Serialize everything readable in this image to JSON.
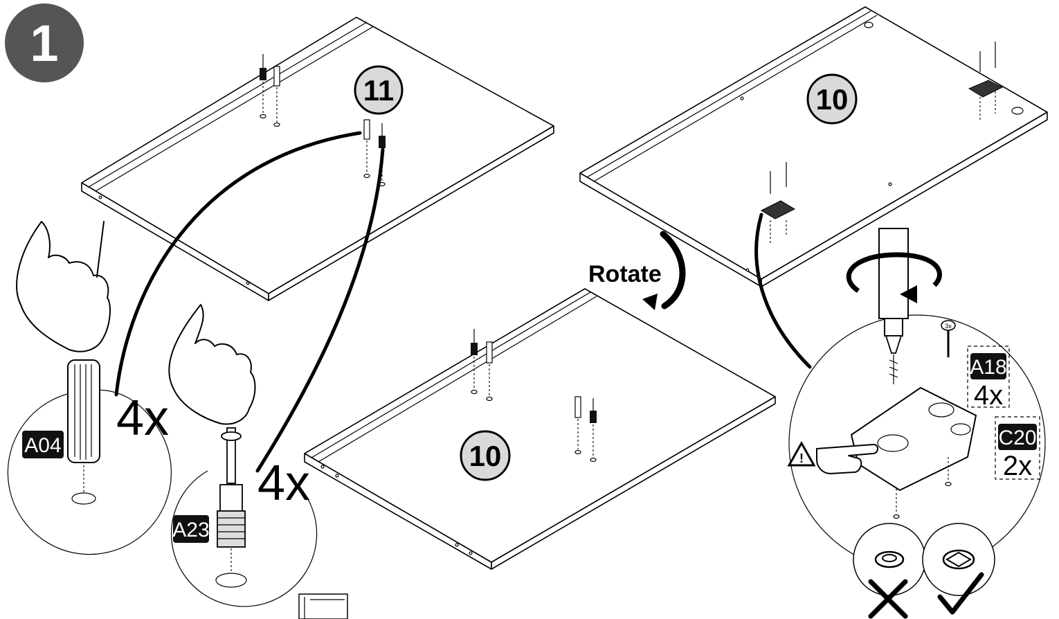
{
  "step": {
    "number": "1"
  },
  "panels": [
    {
      "label": "11"
    },
    {
      "label": "10"
    },
    {
      "label": "10"
    }
  ],
  "parts": {
    "a04": {
      "code": "A04",
      "quantity": "4x"
    },
    "a23": {
      "code": "A23",
      "quantity": "4x"
    },
    "a18": {
      "code": "A18",
      "quantity": "4x"
    },
    "c20": {
      "code": "C20",
      "quantity": "2x"
    }
  },
  "actions": {
    "rotate": "Rotate"
  },
  "screw_head_marking": "3x"
}
